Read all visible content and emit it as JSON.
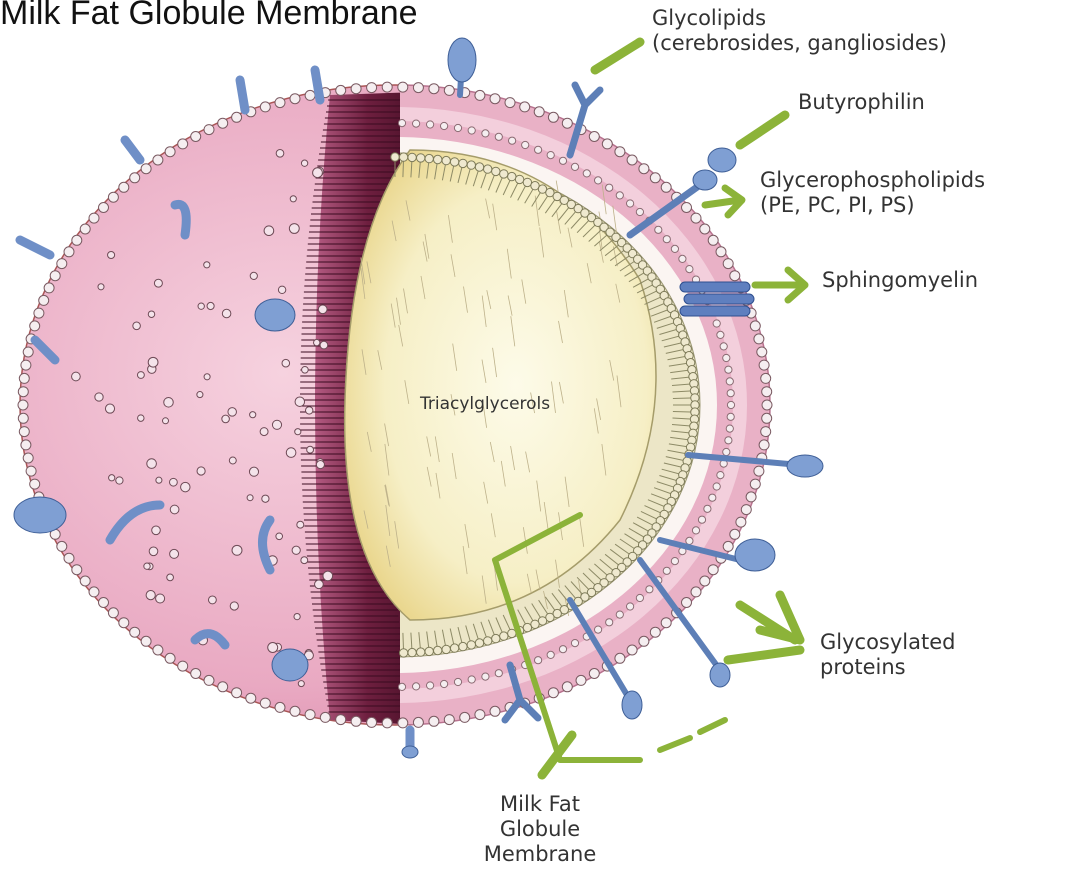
{
  "title": "Milk Fat Globule Membrane",
  "labels": {
    "glycolipids": [
      "Glycolipids",
      "(cerebrosides, gangliosides)"
    ],
    "butyrophilin": "Butyrophilin",
    "glycerophospholipids": [
      "Glycerophospholipids",
      "(PE, PC, PI, PS)"
    ],
    "sphingomyelin": "Sphingomyelin",
    "triacylglycerols": "Triacylglycerols",
    "glycosylated_proteins": [
      "Glycosylated",
      "proteins"
    ],
    "mfgm": [
      "Milk Fat",
      "Globule",
      "Membrane"
    ]
  },
  "colors": {
    "outer_membrane": "#e7a7bf",
    "outer_dark": "#7a2a4e",
    "core": "#f7f0c4",
    "core_shadow": "#ecd68a",
    "bilayer_bead": "#e9e2c3",
    "protein": "#7f9fd3",
    "arrow": "#8cb339"
  }
}
